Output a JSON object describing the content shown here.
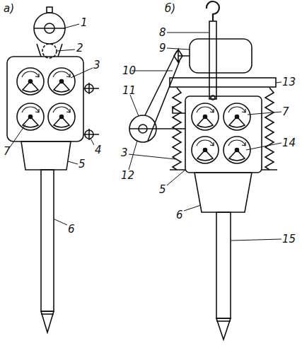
{
  "diagram": {
    "labels": [
      "а)",
      "1",
      "2",
      "3",
      "4",
      "5",
      "6",
      "7",
      "б)",
      "8",
      "9",
      "10",
      "11",
      "3",
      "12",
      "13",
      "7",
      "14",
      "5",
      "6",
      "15"
    ]
  }
}
